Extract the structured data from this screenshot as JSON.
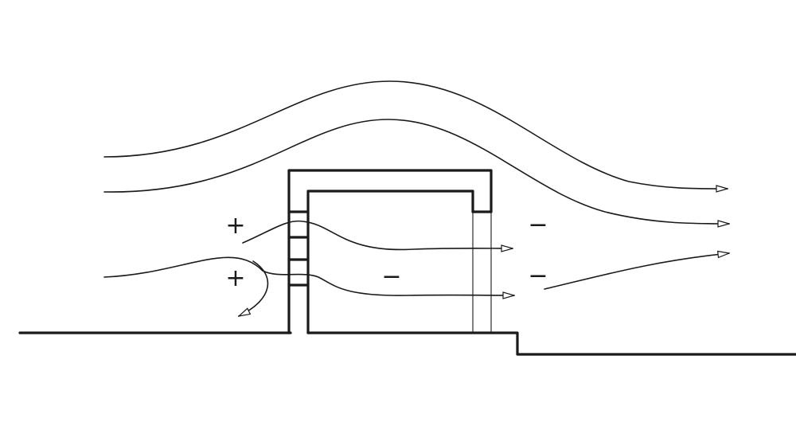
{
  "diagram": {
    "pressure_signs": {
      "positive": "+",
      "negative": "−"
    },
    "colors": {
      "ink": "#1a1a1a",
      "background": "#ffffff"
    },
    "elements": [
      "ground-line",
      "building-section",
      "window-openings",
      "airflow-streamlines",
      "pressure-signs"
    ]
  }
}
